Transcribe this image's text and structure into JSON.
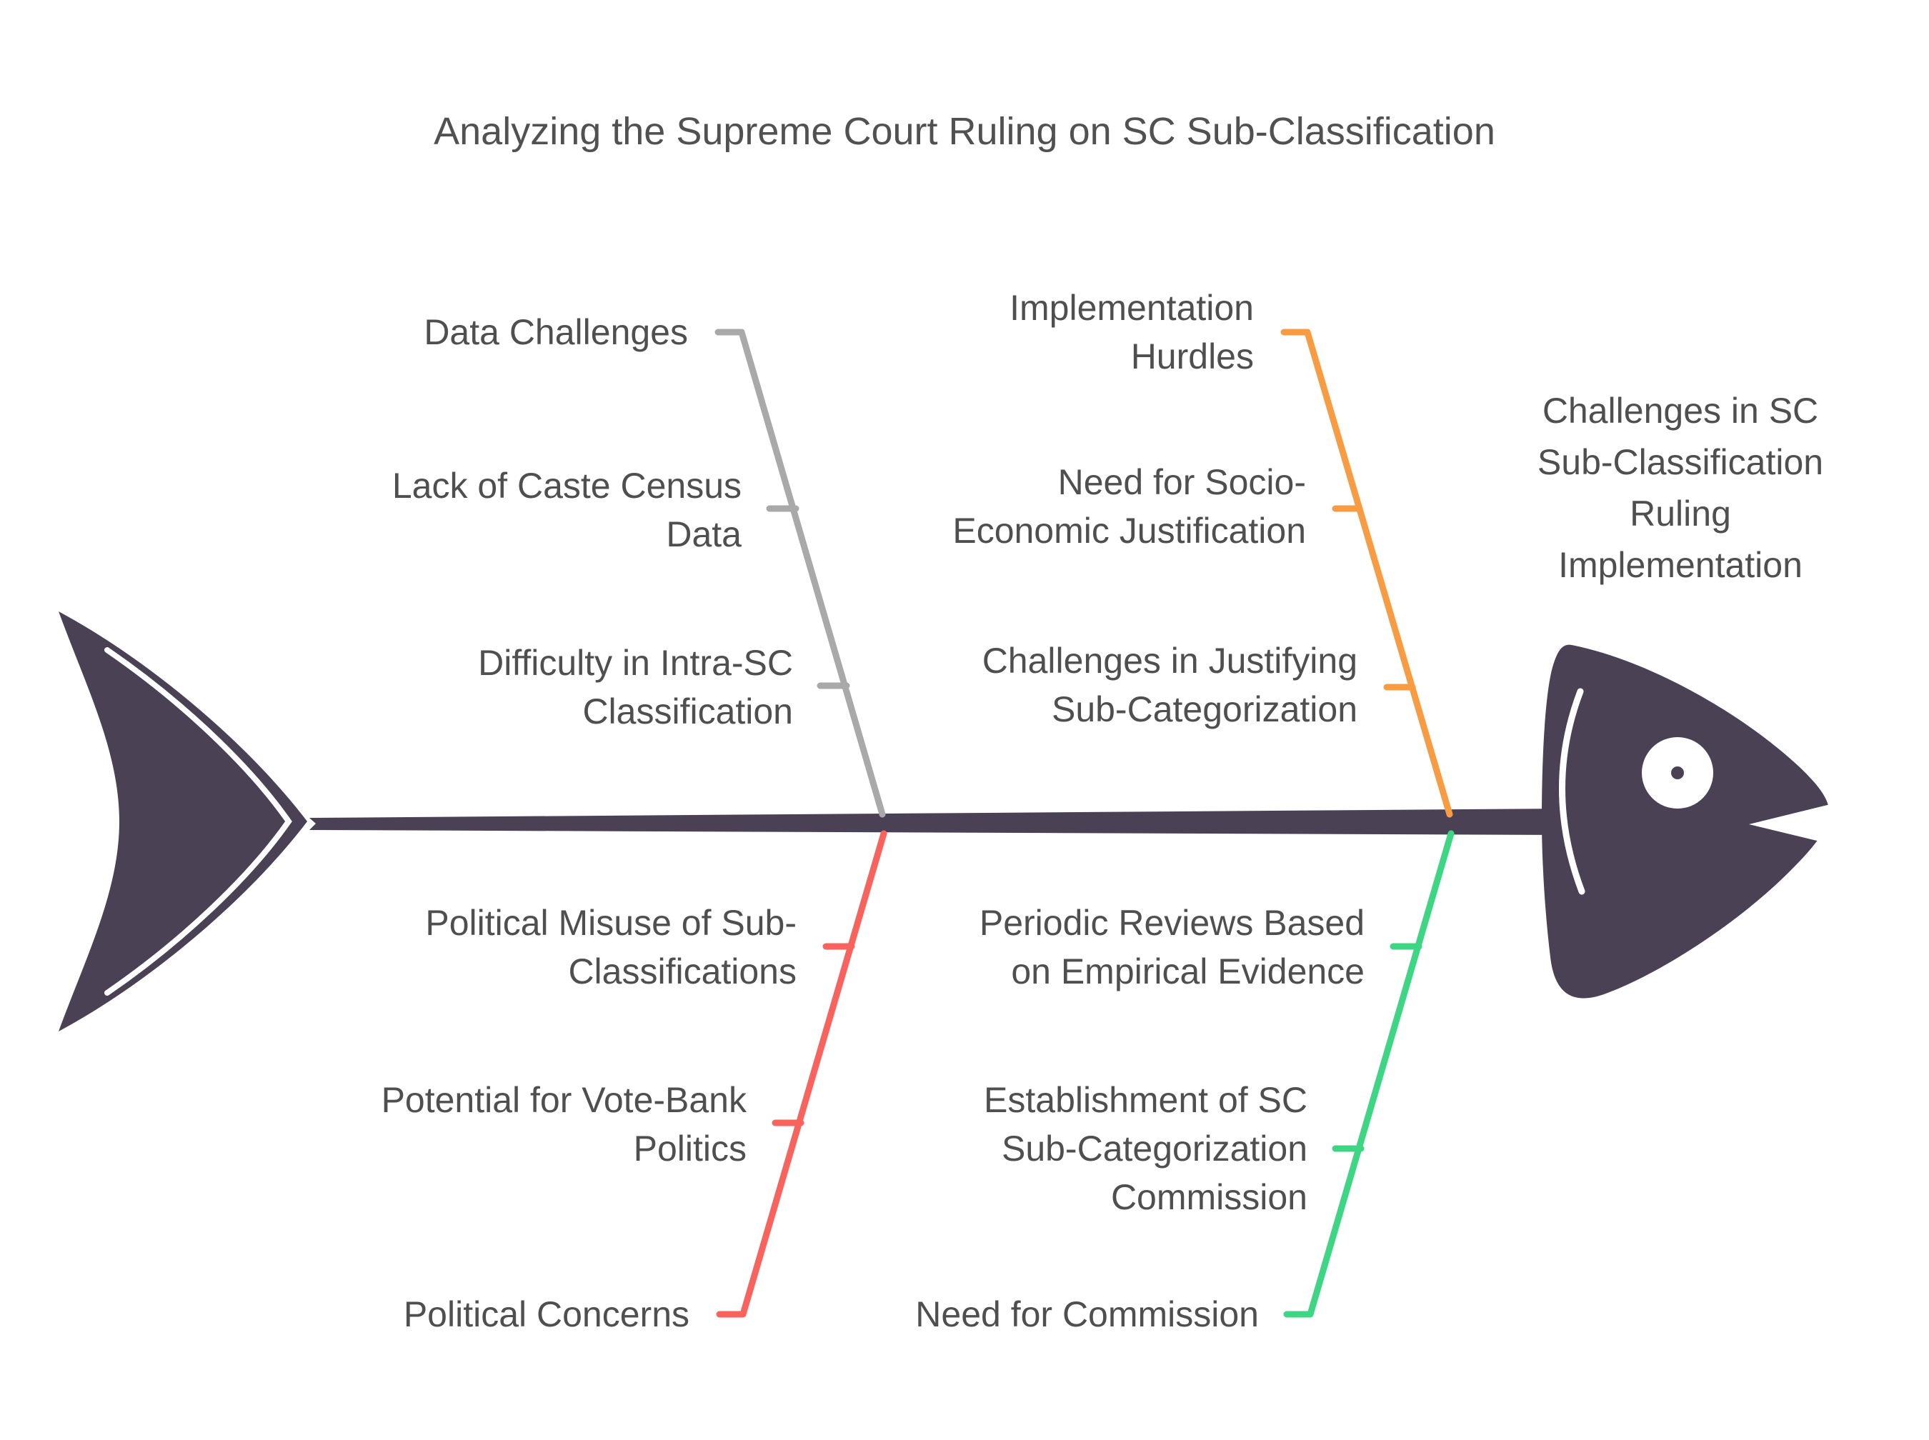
{
  "title": "Analyzing the Supreme Court Ruling on SC Sub-Classification",
  "effect": {
    "label": "Challenges in SC\nSub-Classification\nRuling\nImplementation"
  },
  "branches": {
    "top_left": {
      "name": "Data Challenges",
      "color": "#a9a9a9",
      "causes": [
        "Lack of Caste Census\nData",
        "Difficulty in Intra-SC\nClassification"
      ]
    },
    "top_right": {
      "name": "Implementation\nHurdles",
      "color": "#f89c43",
      "causes": [
        "Need for Socio-\nEconomic Justification",
        "Challenges in Justifying\nSub-Categorization"
      ]
    },
    "bottom_left": {
      "name": "Political Concerns",
      "color": "#f9635e",
      "causes": [
        "Political Misuse of Sub-\nClassifications",
        "Potential for Vote-Bank\nPolitics"
      ]
    },
    "bottom_right": {
      "name": "Need for Commission",
      "color": "#3ed584",
      "causes": [
        "Periodic Reviews Based\non Empirical Evidence",
        "Establishment of SC\nSub-Categorization\nCommission"
      ]
    }
  },
  "colors": {
    "fish": "#4b4155",
    "gray": "#a9a9a9",
    "orange": "#f89c43",
    "red": "#f9635e",
    "green": "#3ed584",
    "text": "#4f4f4f",
    "background": "#ffffff"
  }
}
